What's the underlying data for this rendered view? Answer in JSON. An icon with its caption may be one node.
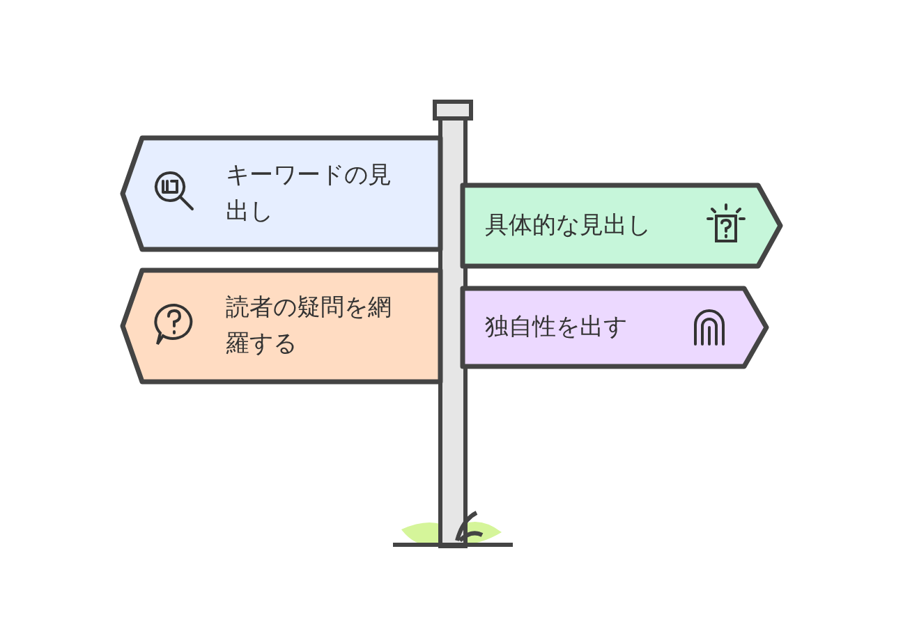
{
  "diagram": {
    "nodes": [
      {
        "text": [
          "キーワードの見出し"
        ]
      },
      {
        "text": [
          "具体的な見出し"
        ]
      },
      {
        "text": [
          "読者の疑問を網羅する"
        ]
      },
      {
        "text": [
          "独自性を出す"
        ]
      }
    ]
  }
}
